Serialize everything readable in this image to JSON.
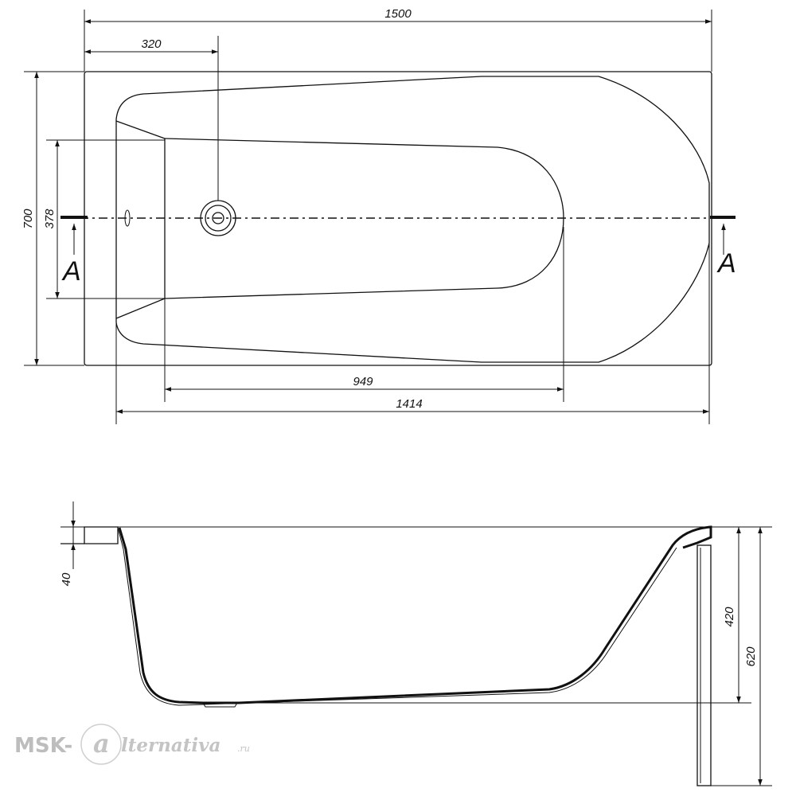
{
  "dimensions": {
    "overall_length": "1500",
    "drain_offset": "320",
    "overall_width": "700",
    "inner_width": "378",
    "inner_bottom_length": "949",
    "inner_length": "1414",
    "rim_thickness": "40",
    "inner_depth": "420",
    "overall_height": "620"
  },
  "section_marker": {
    "left": "A",
    "right": "A"
  },
  "watermark": {
    "prefix": "MSK-",
    "logo_letter": "a",
    "suffix": "lternativa",
    "domain": ".ru"
  }
}
